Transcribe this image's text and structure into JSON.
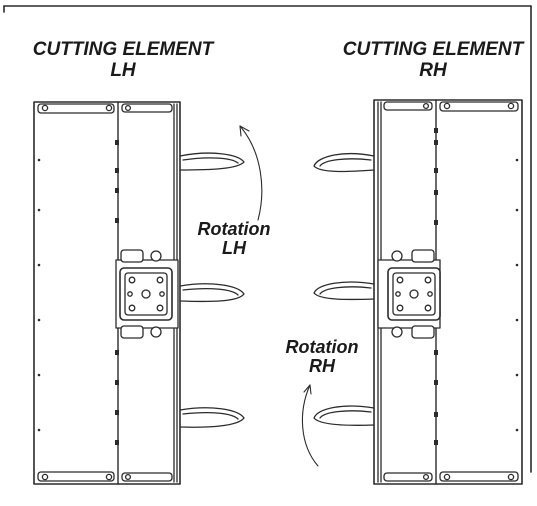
{
  "labels": {
    "left_element": {
      "line1": "CUTTING ELEMENT",
      "line2": "LH"
    },
    "right_element": {
      "line1": "CUTTING ELEMENT",
      "line2": "RH"
    },
    "rotation_lh": {
      "line1": "Rotation",
      "line2": "LH"
    },
    "rotation_rh": {
      "line1": "Rotation",
      "line2": "RH"
    }
  },
  "colors": {
    "ink": "#2b2b2b",
    "background": "#ffffff"
  }
}
